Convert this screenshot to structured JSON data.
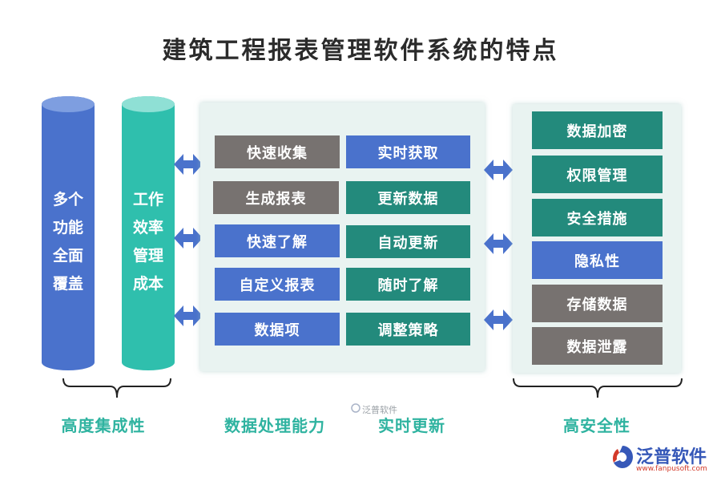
{
  "title": "建筑工程报表管理软件系统的特点",
  "colors": {
    "blue": "#4a72cc",
    "teal": "#238a7c",
    "gray": "#777270",
    "accent": "#2fb3a0"
  },
  "columns": {
    "col1": [
      "多个",
      "功能",
      "全面",
      "覆盖"
    ],
    "col2": [
      "工作",
      "效率",
      "管理",
      "成本"
    ]
  },
  "processing": {
    "left": [
      "快速收集",
      "生成报表",
      "快速了解",
      "自定义报表",
      "数据项"
    ],
    "right": [
      "实时获取",
      "更新数据",
      "自动更新",
      "随时了解",
      "调整策略"
    ]
  },
  "security": [
    "数据加密",
    "权限管理",
    "安全措施",
    "隐私性",
    "存储数据",
    "数据泄露"
  ],
  "categories": [
    "高度集成性",
    "数据处理能力",
    "实时更新",
    "高安全性"
  ],
  "watermark": "泛普软件",
  "logo": {
    "name": "泛普软件",
    "url": "www.fanpusoft.com"
  }
}
